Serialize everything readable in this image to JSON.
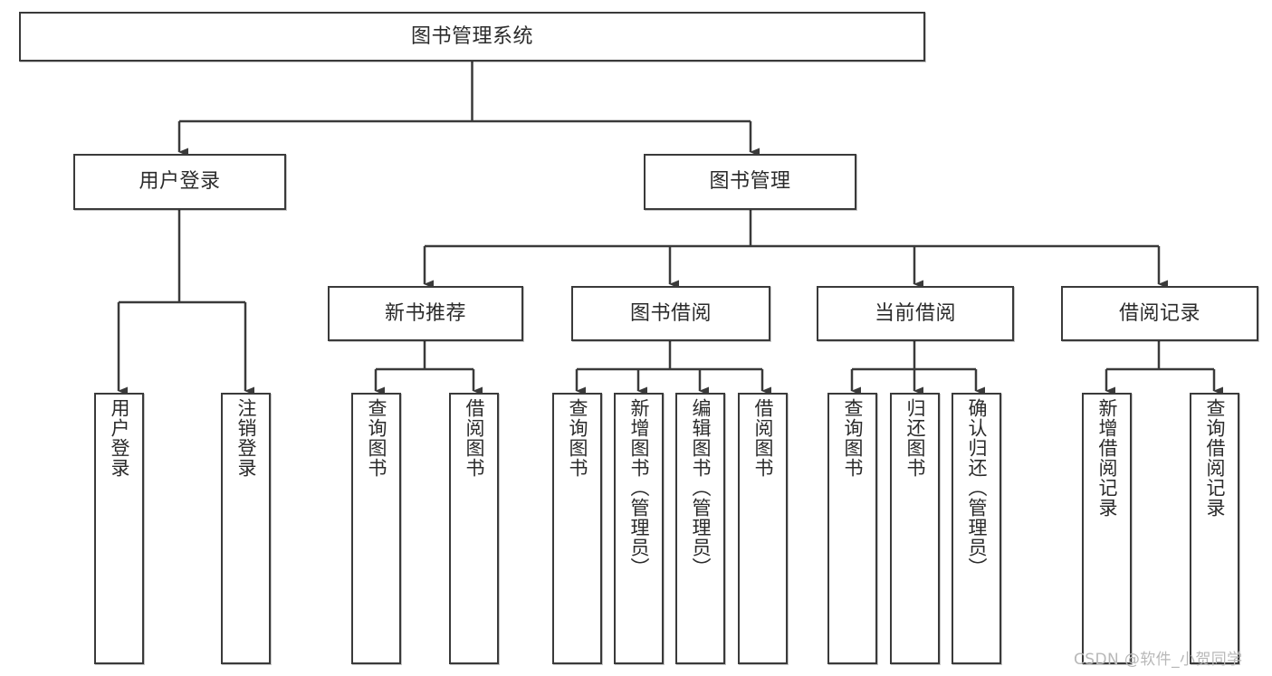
{
  "diagram": {
    "type": "tree-hierarchy-chart",
    "title": "图书管理系统",
    "root": {
      "label": "图书管理系统"
    },
    "level2": [
      {
        "label": "用户登录"
      },
      {
        "label": "图书管理"
      }
    ],
    "level3": [
      {
        "label": "新书推荐"
      },
      {
        "label": "图书借阅"
      },
      {
        "label": "当前借阅"
      },
      {
        "label": "借阅记录"
      }
    ],
    "leaves": [
      {
        "label": "用户登录"
      },
      {
        "label": "注销登录"
      },
      {
        "label": "查询图书"
      },
      {
        "label": "借阅图书"
      },
      {
        "label": "查询图书"
      },
      {
        "label": "新增图书（管理员）"
      },
      {
        "label": "编辑图书（管理员）"
      },
      {
        "label": "借阅图书"
      },
      {
        "label": "查询图书"
      },
      {
        "label": "归还图书"
      },
      {
        "label": "确认归还（管理员）"
      },
      {
        "label": "新增借阅记录"
      },
      {
        "label": "查询借阅记录"
      }
    ]
  },
  "watermark": {
    "text": "CSDN @软件_小贺同学"
  },
  "colors": {
    "stroke": "#3a3a3a",
    "text": "#2b2b2b",
    "background": "#ffffff",
    "watermark": "#b8b8b8"
  }
}
